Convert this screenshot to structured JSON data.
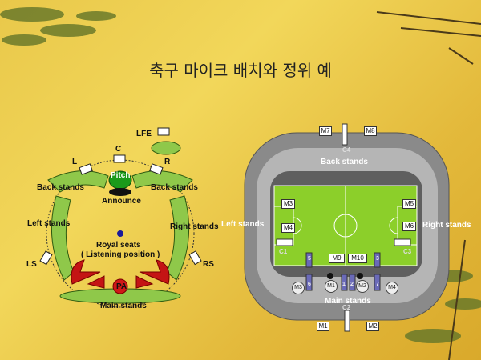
{
  "title": "축구 마이크 배치와 정위 예",
  "left_diagram": {
    "speakers": {
      "lfe": "LFE",
      "c": "C",
      "l": "L",
      "r": "R",
      "ls": "LS",
      "rs": "RS"
    },
    "pitch": "Pitch",
    "announce": "Announce",
    "back_stands_left": "Back stands",
    "back_stands_right": "Back stands",
    "left_stands": "Left stands",
    "right_stands": "Right stands",
    "royal_seats": "Royal seats",
    "listening_position": "( Listening position )",
    "pa": "PA",
    "main_stands": "Main stands"
  },
  "right_diagram": {
    "back_stands": "Back stands",
    "left_stands": "Left stands",
    "right_stands": "Right stands",
    "main_stands": "Main stands",
    "cameras": {
      "c1": "C1",
      "c2": "C2",
      "c3": "C3",
      "c4": "C4"
    },
    "mics": {
      "m1": "M1",
      "m2": "M2",
      "m3": "M3",
      "m4": "M4",
      "m5": "M5",
      "m6": "M6",
      "m7": "M7",
      "m8": "M8",
      "m9": "M9",
      "m10": "M10"
    },
    "bottom_mics": {
      "m3": "M3",
      "m1": "M1",
      "m2": "M2",
      "m4": "M4"
    },
    "post_labels": {
      "p5": "5",
      "p1": "1",
      "p2": "2",
      "p3": "3",
      "p6": "6",
      "p7": "7"
    }
  }
}
